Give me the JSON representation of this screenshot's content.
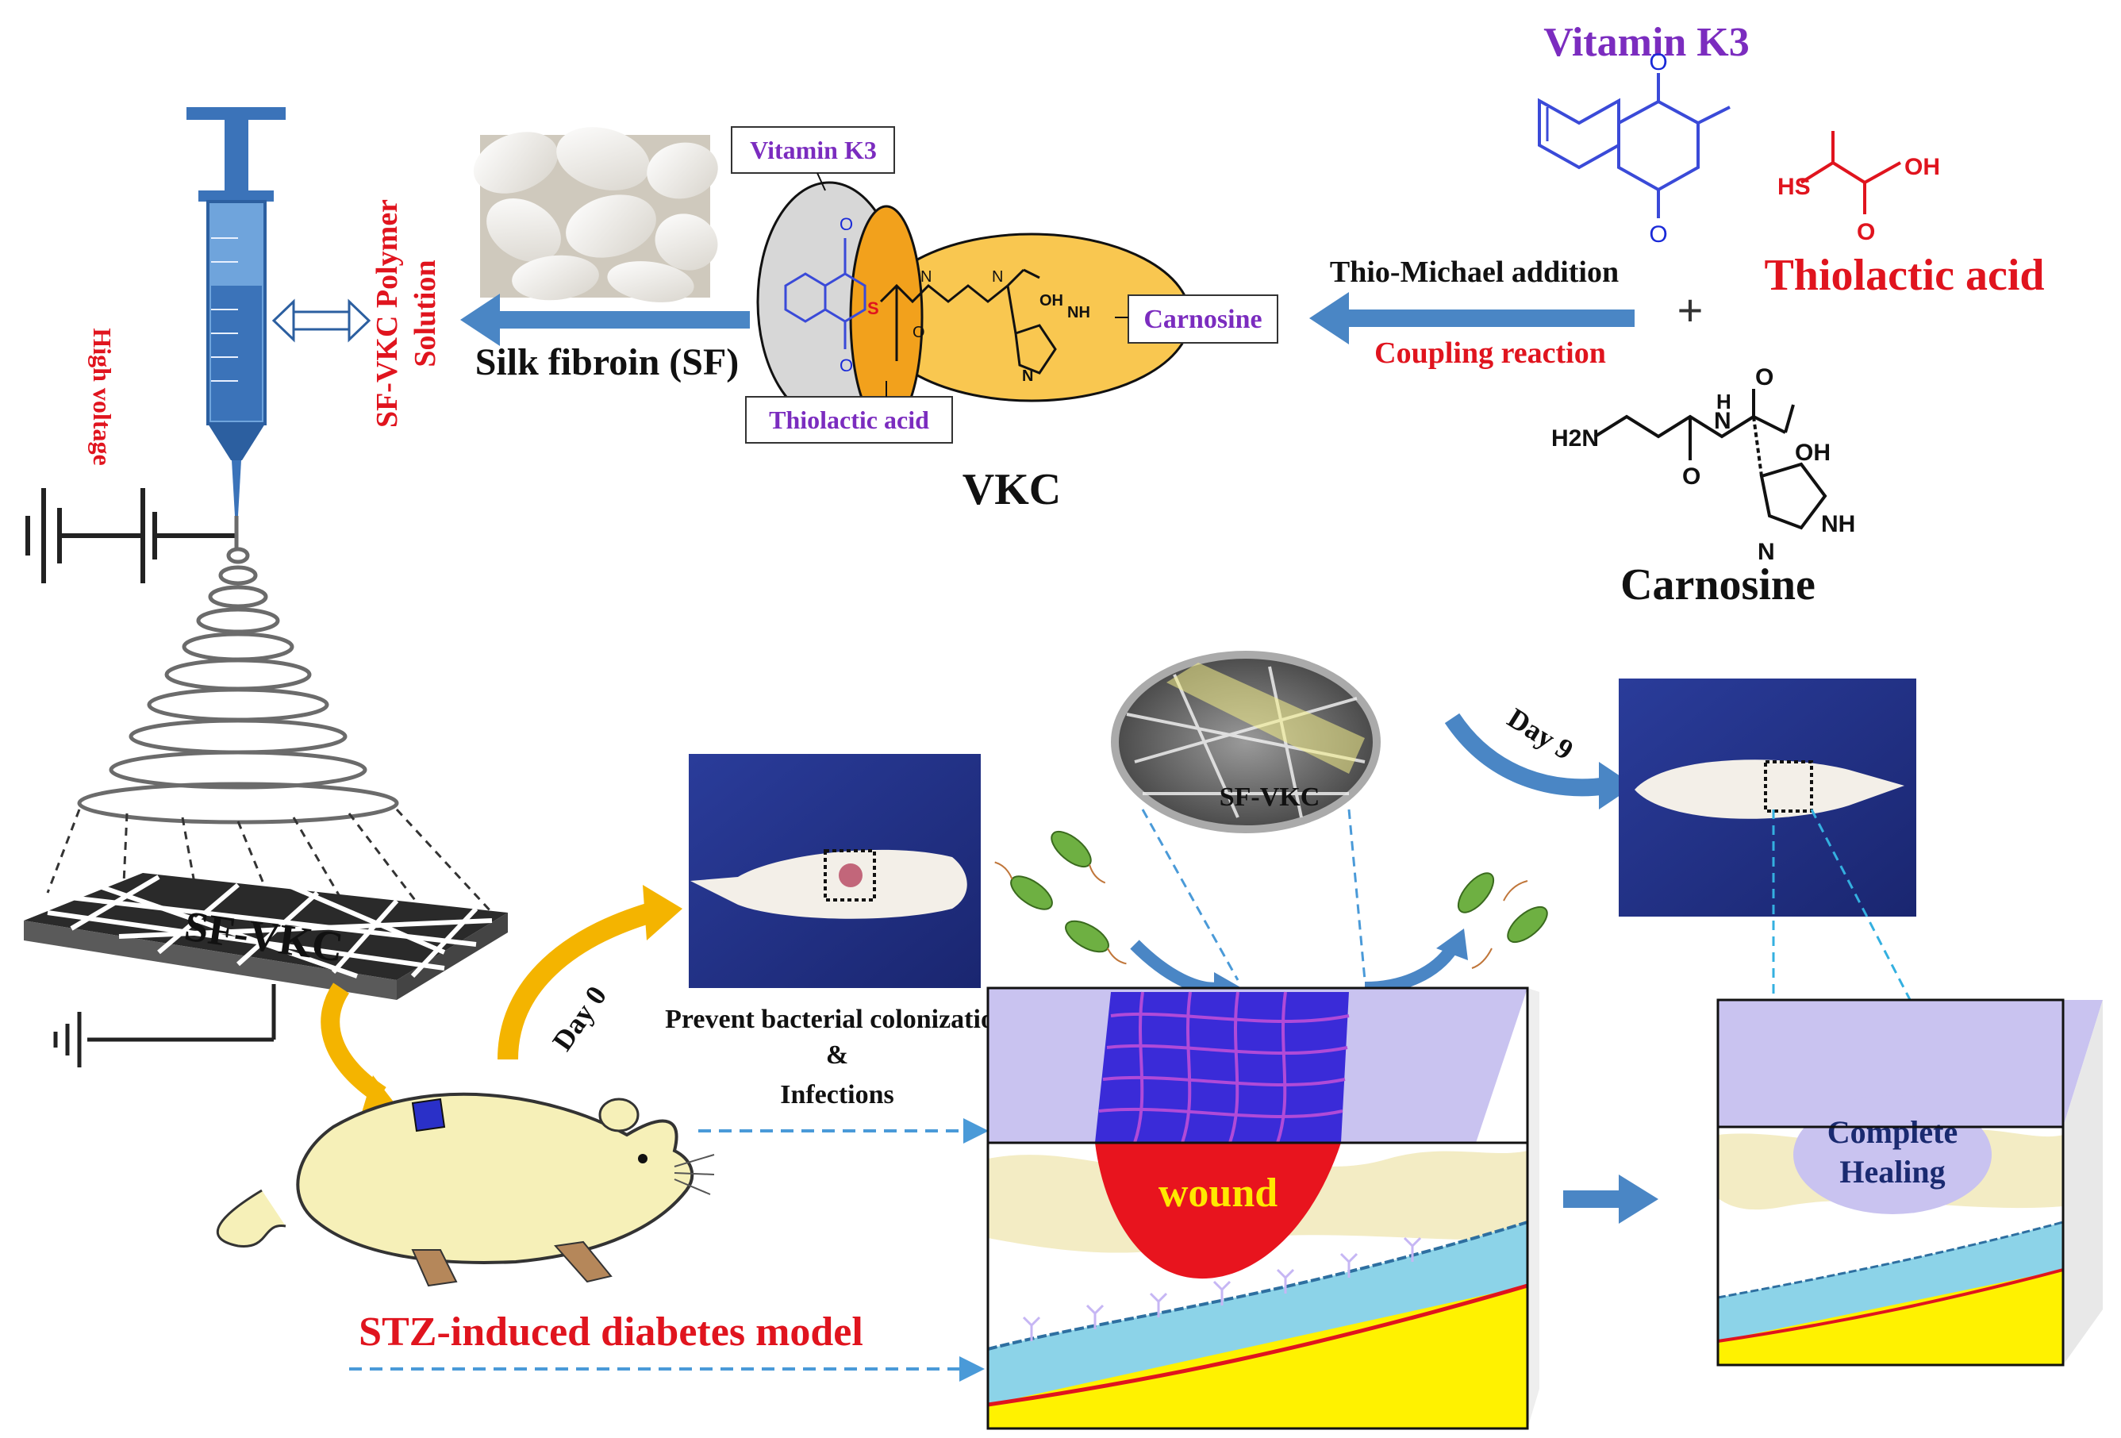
{
  "colors": {
    "purple": "#7B2CBF",
    "red": "#E0141E",
    "blue_arrow": "#4A86C5",
    "wound_red": "#E8141E",
    "mesh_blue": "#3A2BD8",
    "skin_top": "#C9C3F0",
    "dermis": "#F3ECC4",
    "vessel_blue": "#8CD3E8",
    "fat_yellow": "#FFF200",
    "yellow_arrow": "#F4B400"
  },
  "labels": {
    "vitamin_k3_title": "Vitamin K3",
    "thiolactic_acid": "Thiolactic acid",
    "thio_michael": "Thio-Michael addition",
    "coupling": "Coupling reaction",
    "plus": "+",
    "carnosine_title": "Carnosine",
    "silk_fibroin": "Silk fibroin (SF)",
    "vkc": "VKC",
    "box_vitamin_k3": "Vitamin K3",
    "box_thiolactic": "Thiolactic acid",
    "box_carnosine": "Carnosine",
    "polymer_line1": "SF-VKC Polymer",
    "polymer_line2": "Solution",
    "high_voltage": "High voltage",
    "mat_label": "SF-VKC",
    "zoom_label": "SF-VKC",
    "day0": "Day 0",
    "day9": "Day 9",
    "prevent_line1": "Prevent bacterial colonization",
    "prevent_amp": "&",
    "prevent_line2": "Infections",
    "wound": "wound",
    "complete_line1": "Complete",
    "complete_line2": "Healing",
    "stz_model": "STZ-induced diabetes model"
  },
  "chem": {
    "O": "O",
    "OH": "OH",
    "HS": "HS",
    "H2N": "H2N",
    "NH": "NH",
    "N": "N",
    "H": "H",
    "S": "S"
  }
}
